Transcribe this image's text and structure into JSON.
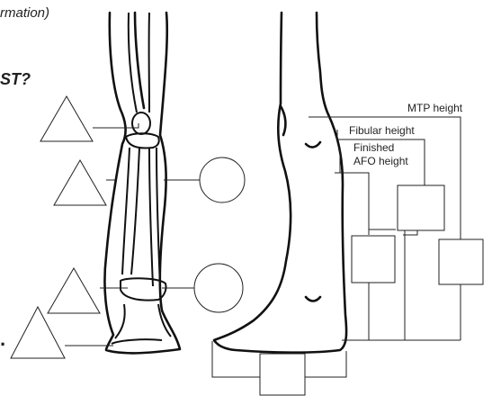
{
  "captions": {
    "top": "rmation)",
    "question": "ST?",
    "bottom_mark": "."
  },
  "labels": {
    "mtp_height": "MTP height",
    "fibular_height": "Fibular height",
    "finished_afo_line1": "Finished",
    "finished_afo_line2": "AFO height"
  }
}
